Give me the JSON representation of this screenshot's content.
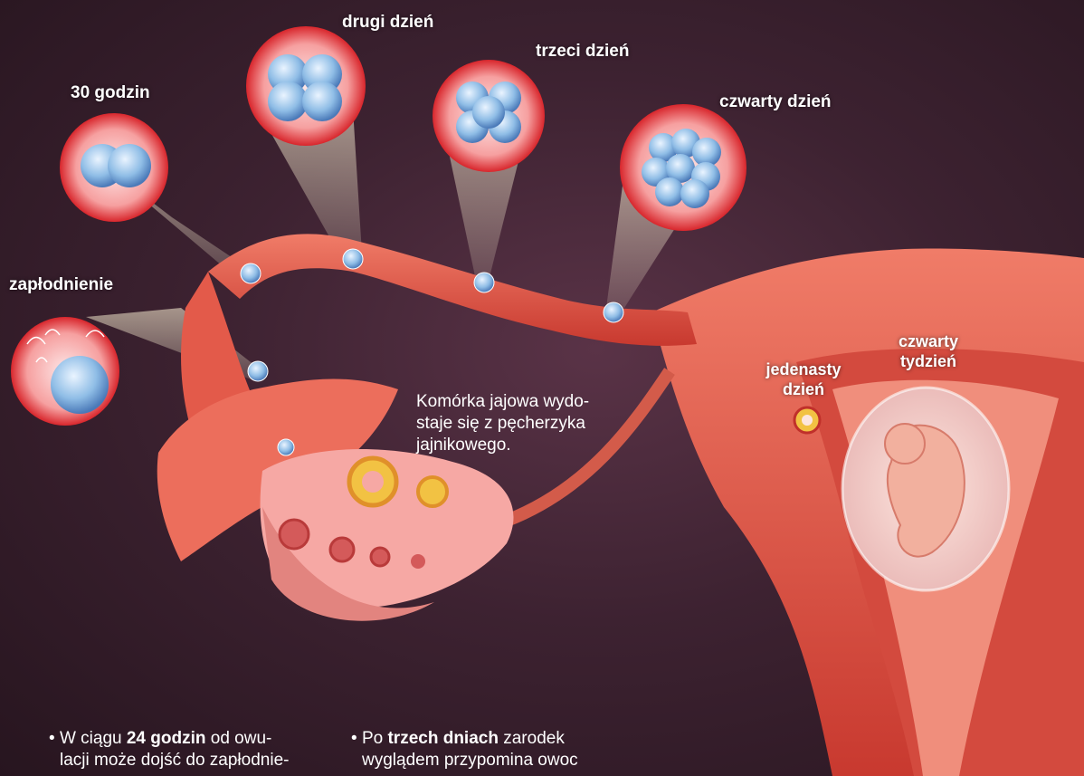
{
  "labels": {
    "fertilization": "zapłodnienie",
    "hours30": "30 godzin",
    "day2": "drugi dzień",
    "day3": "trzeci dzień",
    "day4": "czwarty dzień",
    "day11_line1": "jedenasty",
    "day11_line2": "dzień",
    "week4_line1": "czwarty",
    "week4_line2": "tydzień"
  },
  "ovulation_note": {
    "line1": "Komórka jajowa wydo-",
    "line2": "staje się z pęcherzyka",
    "line3": "jajnikowego."
  },
  "bullets": [
    {
      "prefix": "W ciągu ",
      "bold": "24 godzin",
      "rest_line1": " od owu-",
      "line2": "lacji może dojść do zapłodnie-"
    },
    {
      "prefix": "Po ",
      "bold": "trzech dniach",
      "rest_line1": " zarodek",
      "line2": "wyglądem przypomina owoc"
    }
  ],
  "colors": {
    "background": "#3d2231",
    "tissue": "#e8584a",
    "tissue_light": "#f28a76",
    "bubble_rim": "#e23b3b",
    "cell": "#7fb2e0",
    "beam": "#fff2c8"
  }
}
